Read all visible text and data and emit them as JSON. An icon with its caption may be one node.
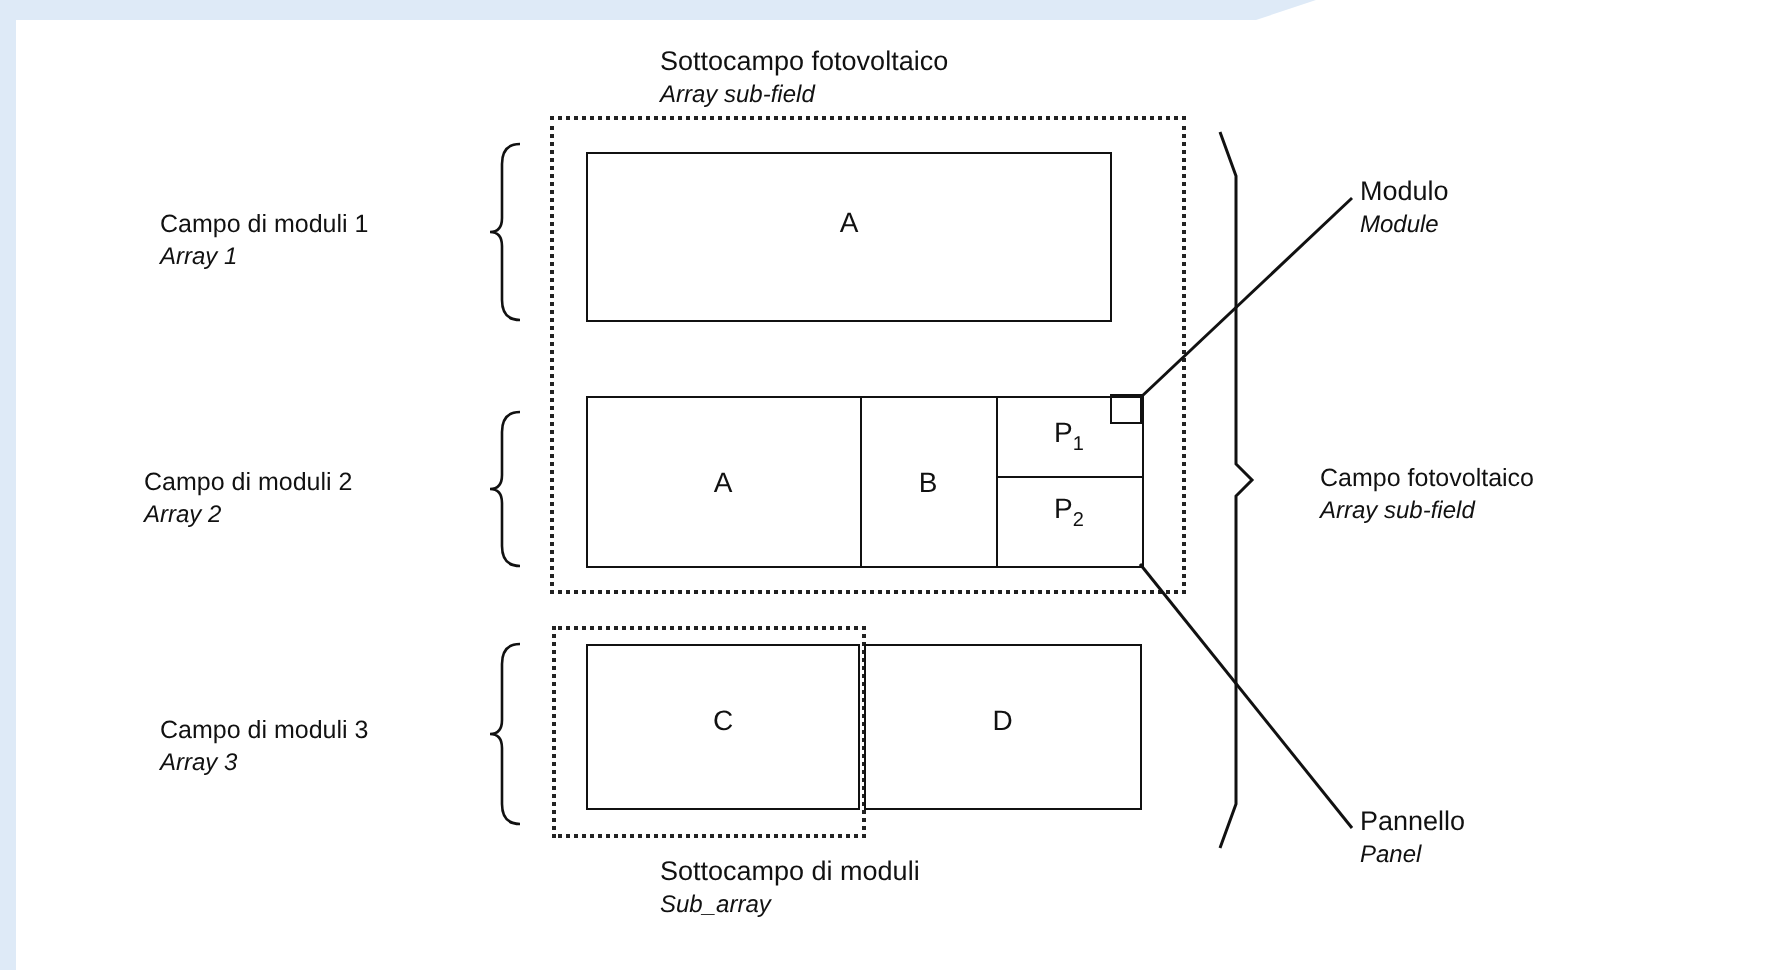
{
  "diagram": {
    "nodes": [
      {
        "text": [
          "Sottocampo fotovoltaico",
          "Array sub-field"
        ]
      },
      {
        "text": [
          "A"
        ],
        "in": 0
      },
      {
        "text": [],
        "shape": "box",
        "in": 0
      },
      {
        "text": [
          "A"
        ],
        "in": 2
      },
      {
        "text": [
          "B"
        ],
        "in": 2
      },
      {
        "text": [
          "P$_{1}$"
        ],
        "in": 2
      },
      {
        "text": [],
        "shape": "box",
        "in": 5
      },
      {
        "text": [
          "P$_{2}$"
        ],
        "in": 2
      },
      {
        "text": [
          "Sottocampo di moduli",
          "Sub_array"
        ]
      },
      {
        "text": [
          "C"
        ],
        "in": 8
      },
      {
        "text": [
          "D"
        ]
      },
      {
        "text": [
          "Modulo",
          "Module"
        ]
      },
      {
        "text": [
          "Pannello",
          "Panel"
        ]
      }
    ],
    "edges": [
      {
        "from": 11,
        "to": 6,
        "arrow": "none"
      },
      {
        "from": 12,
        "to": 7,
        "arrow": "none"
      }
    ],
    "labels": [
      "Campo di moduli 1",
      "Array 1",
      "Campo di moduli 2",
      "Array 2",
      "Campo fotovoltaico",
      "Array sub-field",
      "Campo di moduli 3",
      "Array 3"
    ]
  }
}
